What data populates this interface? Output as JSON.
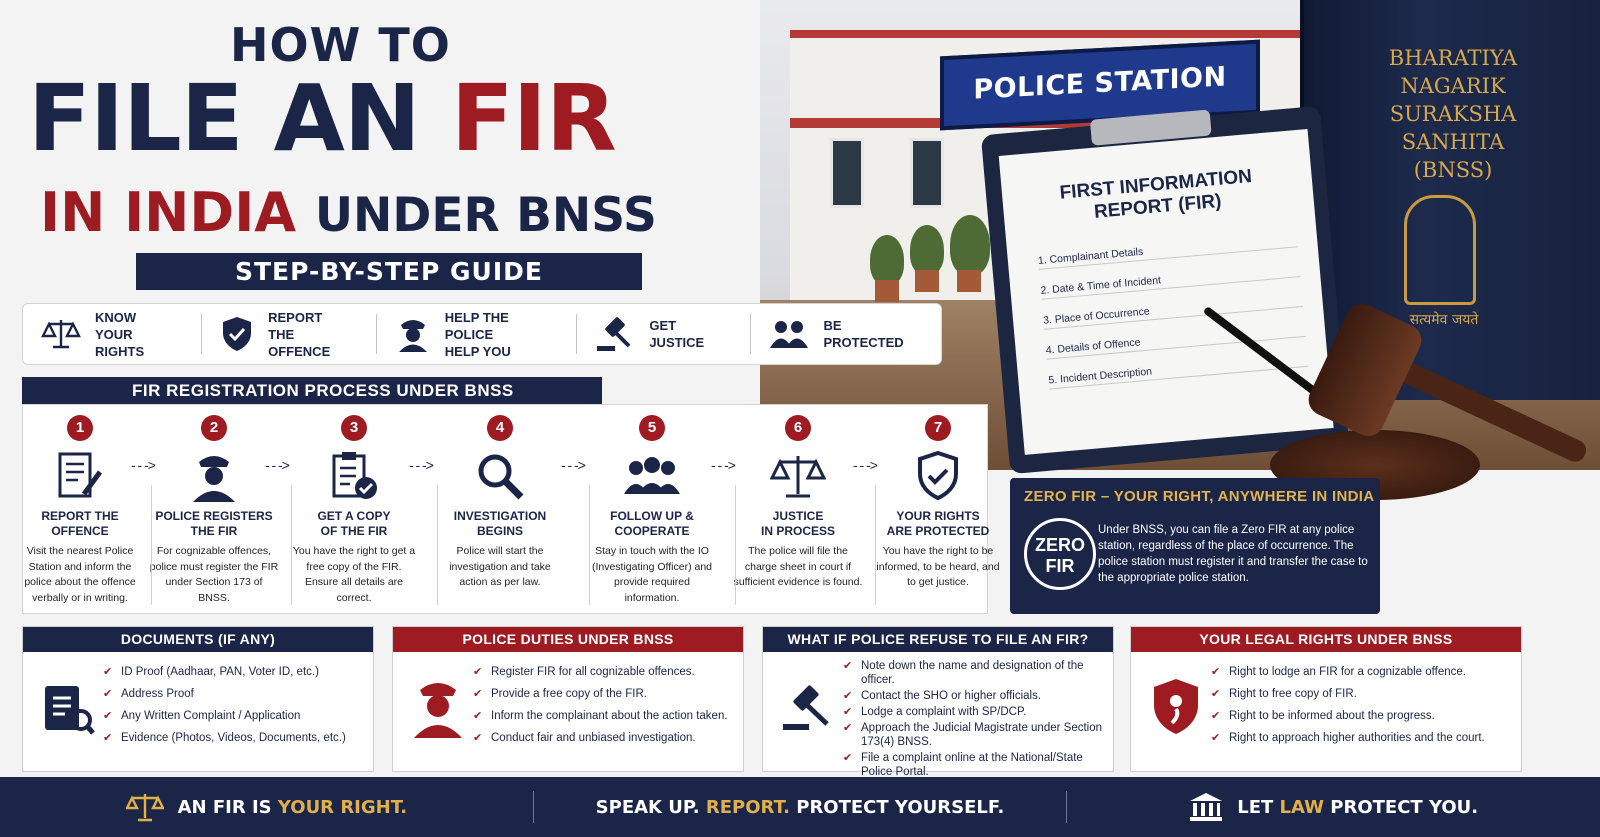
{
  "title": {
    "line1": "HOW TO",
    "line2a": "FILE AN ",
    "line2b": "FIR",
    "line3a": "IN INDIA ",
    "line3b": "UNDER BNSS",
    "guide": "STEP-BY-STEP GUIDE"
  },
  "hero": {
    "sign": "POLICE STATION",
    "book_title": [
      "BHARATIYA",
      "NAGARIK",
      "SURAKSHA",
      "SANHITA",
      "(BNSS)"
    ],
    "book_motto": "सत्यमेव जयते",
    "form_title": "FIRST INFORMATION REPORT (FIR)",
    "form_items": [
      "1. Complainant Details",
      "2. Date & Time of Incident",
      "3. Place of Occurrence",
      "4. Details of Offence",
      "5. Incident Description"
    ]
  },
  "pillars": [
    {
      "icon": "scales-icon",
      "l1": "KNOW",
      "l2": "YOUR RIGHTS"
    },
    {
      "icon": "shield-icon",
      "l1": "REPORT",
      "l2": "THE OFFENCE"
    },
    {
      "icon": "police-icon",
      "l1": "HELP THE POLICE",
      "l2": "HELP YOU"
    },
    {
      "icon": "gavel-icon",
      "l1": "GET JUSTICE",
      "l2": ""
    },
    {
      "icon": "people-icon",
      "l1": "BE PROTECTED",
      "l2": ""
    }
  ],
  "process": {
    "title": "FIR REGISTRATION PROCESS UNDER BNSS",
    "steps": [
      {
        "n": "1",
        "t1": "REPORT THE",
        "t2": "OFFENCE",
        "d": "Visit the nearest Police Station and inform the police about the offence verbally or in writing."
      },
      {
        "n": "2",
        "t1": "POLICE REGISTERS",
        "t2": "THE FIR",
        "d": "For cognizable offences, police must register the FIR under Section 173 of BNSS."
      },
      {
        "n": "3",
        "t1": "GET A COPY",
        "t2": "OF THE FIR",
        "d": "You have the right to get a free copy of the FIR. Ensure all details are correct."
      },
      {
        "n": "4",
        "t1": "INVESTIGATION",
        "t2": "BEGINS",
        "d": "Police will start the investigation and take action as per law."
      },
      {
        "n": "5",
        "t1": "FOLLOW UP &",
        "t2": "COOPERATE",
        "d": "Stay in touch with the IO (Investigating Officer) and provide required information."
      },
      {
        "n": "6",
        "t1": "JUSTICE",
        "t2": "IN PROCESS",
        "d": "The police will file the charge sheet in court if sufficient evidence is found."
      },
      {
        "n": "7",
        "t1": "YOUR RIGHTS",
        "t2": "ARE PROTECTED",
        "d": "You have the right to be informed, to be heard, and to get justice."
      }
    ]
  },
  "zero": {
    "title": "ZERO FIR – YOUR RIGHT, ANYWHERE IN INDIA",
    "badge1": "ZERO",
    "badge2": "FIR",
    "desc": "Under BNSS, you can file a Zero FIR at any police station, regardless of the place of occurrence. The police station must register it and transfer the case to the appropriate police station."
  },
  "cards": {
    "documents": {
      "title": "DOCUMENTS (IF ANY)",
      "items": [
        "ID Proof (Aadhaar, PAN, Voter ID, etc.)",
        "Address Proof",
        "Any Written Complaint / Application",
        "Evidence (Photos, Videos, Documents, etc.)"
      ]
    },
    "duties": {
      "title": "POLICE DUTIES UNDER BNSS",
      "items": [
        "Register FIR for all cognizable offences.",
        "Provide a free copy of the FIR.",
        "Inform the complainant about the action taken.",
        "Conduct fair and unbiased investigation."
      ]
    },
    "refuse": {
      "title": "WHAT IF POLICE REFUSE TO FILE AN FIR?",
      "items": [
        "Note down the name and designation of the officer.",
        "Contact the SHO or higher officials.",
        "Lodge a complaint with SP/DCP.",
        "Approach the Judicial Magistrate under Section 173(4) BNSS.",
        "File a complaint online at the National/State Police Portal."
      ]
    },
    "rights": {
      "title": "YOUR LEGAL RIGHTS UNDER BNSS",
      "items": [
        "Right to lodge an FIR for a cognizable offence.",
        "Right to free copy of FIR.",
        "Right to be informed about the progress.",
        "Right to approach higher authorities and the court."
      ]
    }
  },
  "footer": {
    "s1a": "AN FIR IS ",
    "s1b": "YOUR RIGHT.",
    "s2a": "SPEAK UP. ",
    "s2b": "REPORT.",
    "s2c": " PROTECT YOURSELF.",
    "s3a": "LET ",
    "s3b": "LAW",
    "s3c": " PROTECT YOU."
  },
  "colors": {
    "navy": "#1b2547",
    "red": "#9e1b22",
    "gold": "#e0b04a"
  }
}
